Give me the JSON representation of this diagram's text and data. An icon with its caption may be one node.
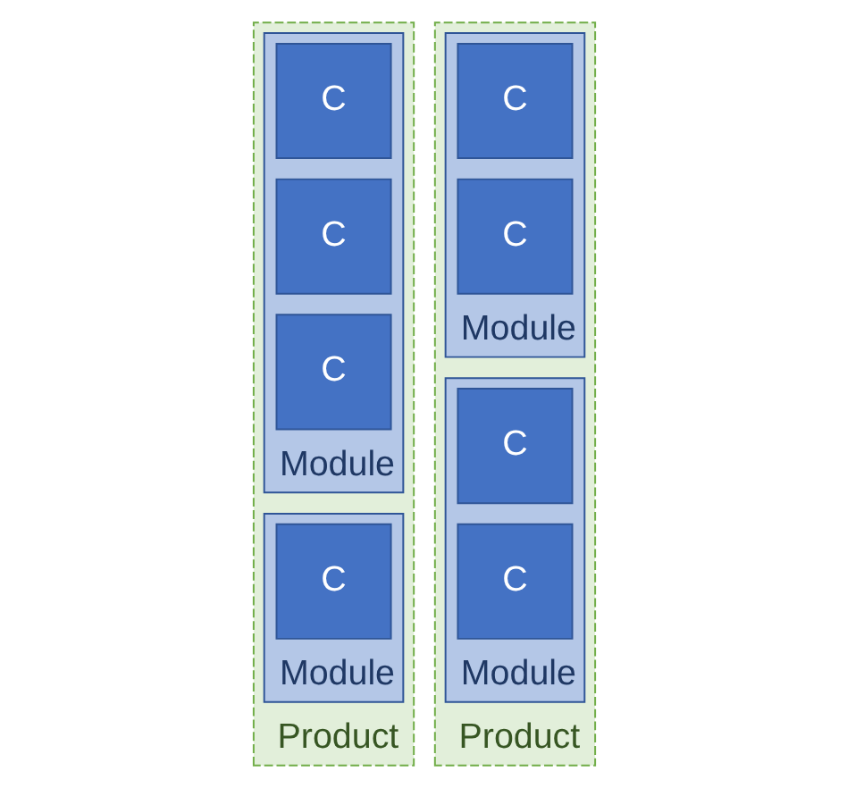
{
  "diagram": {
    "nodes": [
      {
        "text": [
          "Product"
        ]
      },
      {
        "text": [
          "Module"
        ],
        "in": 0
      },
      {
        "text": [
          "C"
        ],
        "in": 1
      },
      {
        "text": [
          "C"
        ],
        "in": 1
      },
      {
        "text": [
          "C"
        ],
        "in": 1
      },
      {
        "text": [
          "Module"
        ],
        "in": 0
      },
      {
        "text": [
          "C"
        ],
        "in": 5
      },
      {
        "text": [
          "Product"
        ]
      },
      {
        "text": [
          "Module"
        ],
        "in": 7
      },
      {
        "text": [
          "C"
        ],
        "in": 8
      },
      {
        "text": [
          "C"
        ],
        "in": 8
      },
      {
        "text": [
          "Module"
        ],
        "in": 7
      },
      {
        "text": [
          "C"
        ],
        "in": 11
      },
      {
        "text": [
          "C"
        ],
        "in": 11
      }
    ],
    "edges": []
  }
}
